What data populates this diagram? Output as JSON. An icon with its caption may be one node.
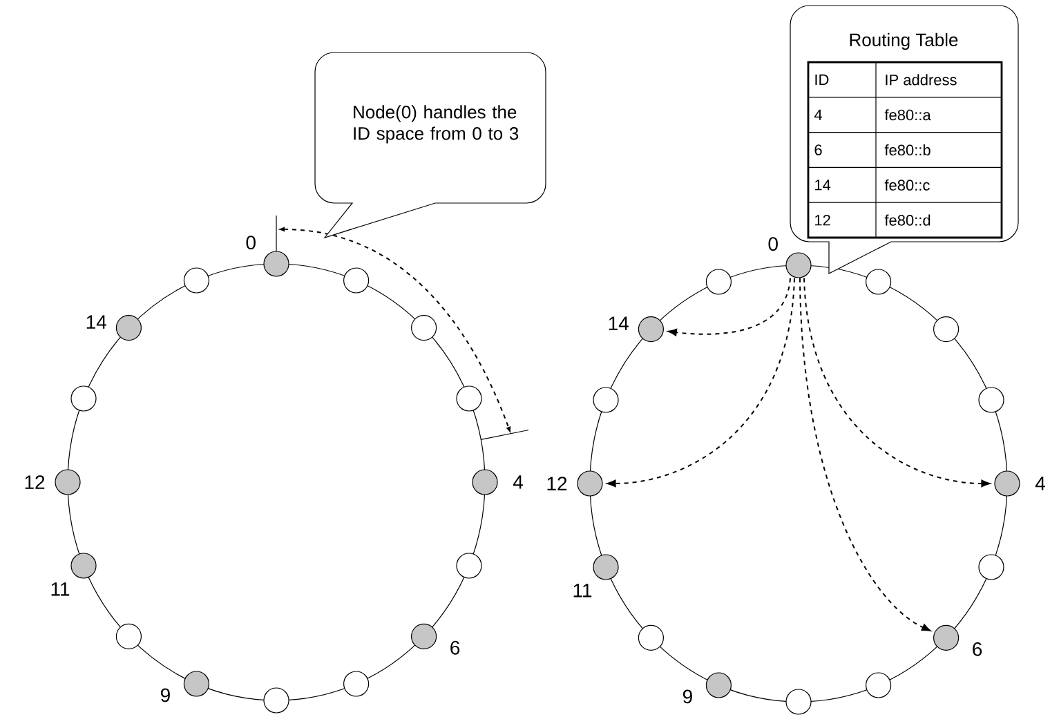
{
  "diagram": {
    "nodes": [
      {
        "text": [
          "Node(0) handles the ID space from 0 to 3"
        ]
      },
      {
        "text": [],
        "shape": "circle",
        "beside": [
          "0"
        ]
      },
      {
        "text": [],
        "shape": "circle"
      },
      {
        "text": [],
        "shape": "circle"
      },
      {
        "text": [],
        "shape": "circle"
      },
      {
        "text": [],
        "shape": "circle",
        "beside": [
          "4"
        ]
      },
      {
        "text": [],
        "shape": "circle"
      },
      {
        "text": [],
        "shape": "circle",
        "beside": [
          "6"
        ]
      },
      {
        "text": [],
        "shape": "circle"
      },
      {
        "text": [],
        "shape": "circle"
      },
      {
        "text": [],
        "shape": "circle",
        "beside": [
          "9"
        ]
      },
      {
        "text": [],
        "shape": "circle"
      },
      {
        "text": [],
        "shape": "circle",
        "beside": [
          "11"
        ]
      },
      {
        "text": [],
        "shape": "circle",
        "beside": [
          "12"
        ]
      },
      {
        "text": [],
        "shape": "circle"
      },
      {
        "text": [],
        "shape": "circle",
        "beside": [
          "14"
        ]
      },
      {
        "text": [],
        "shape": "circle"
      },
      {
        "text": [
          "Routing Table"
        ]
      },
      {
        "text": [],
        "shape": "circle",
        "beside": [
          "0"
        ]
      },
      {
        "text": [],
        "shape": "circle"
      },
      {
        "text": [],
        "shape": "circle"
      },
      {
        "text": [],
        "shape": "circle"
      },
      {
        "text": [],
        "shape": "circle",
        "beside": [
          "4"
        ]
      },
      {
        "text": [],
        "shape": "circle"
      },
      {
        "text": [],
        "shape": "circle",
        "beside": [
          "6"
        ]
      },
      {
        "text": [],
        "shape": "circle"
      },
      {
        "text": [],
        "shape": "circle"
      },
      {
        "text": [],
        "shape": "circle",
        "beside": [
          "9"
        ]
      },
      {
        "text": [],
        "shape": "circle"
      },
      {
        "text": [],
        "shape": "circle",
        "beside": [
          "11"
        ]
      },
      {
        "text": [],
        "shape": "circle",
        "beside": [
          "12"
        ]
      },
      {
        "text": [],
        "shape": "circle"
      },
      {
        "text": [],
        "shape": "circle",
        "beside": [
          "14"
        ]
      },
      {
        "text": [],
        "shape": "circle"
      }
    ],
    "edges": [
      {
        "from": 18,
        "to": 32,
        "arrow": "to",
        "style": "dashed"
      },
      {
        "from": 18,
        "to": 30,
        "arrow": "to",
        "style": "dashed"
      },
      {
        "from": 18,
        "to": 22,
        "arrow": "to",
        "style": "dashed"
      },
      {
        "from": 18,
        "to": 24,
        "arrow": "to",
        "style": "dashed"
      }
    ],
    "labels": [
      "ID",
      "IP address",
      "4",
      "fe80::a",
      "6",
      "fe80::b",
      "14",
      "fe80::c",
      "12",
      "fe80::d"
    ]
  }
}
